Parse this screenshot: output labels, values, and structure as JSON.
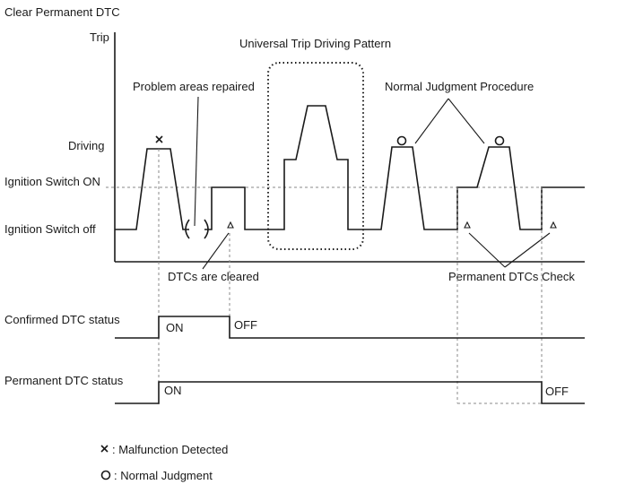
{
  "title": "Clear Permanent DTC",
  "y_axis_label": "Trip",
  "levels": {
    "driving": "Driving",
    "ignition_on": "Ignition Switch ON",
    "ignition_off": "Ignition Switch off"
  },
  "annotations": {
    "universal_trip": "Universal Trip Driving Pattern",
    "problem_repaired": "Problem areas repaired",
    "normal_procedure": "Normal Judgment Procedure",
    "dtcs_cleared": "DTCs are cleared",
    "permanent_check": "Permanent DTCs Check"
  },
  "confirmed_status": {
    "label": "Confirmed DTC status",
    "on": "ON",
    "off": "OFF"
  },
  "permanent_status": {
    "label": "Permanent DTC status",
    "on": "ON",
    "off": "OFF"
  },
  "legend": {
    "malfunction": ": Malfunction Detected",
    "normal": ": Normal Judgment"
  },
  "colors": {
    "line": "#1a1a1a",
    "dashed_guide": "#888888"
  }
}
